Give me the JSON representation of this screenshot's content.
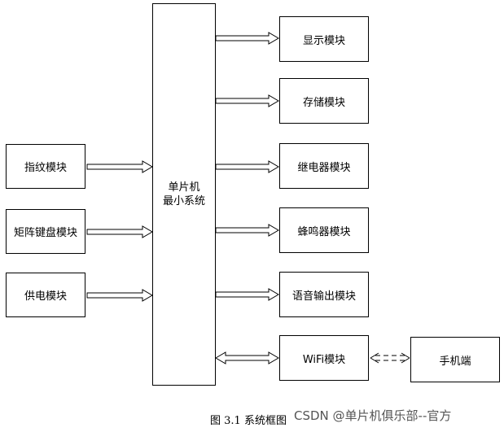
{
  "diagram": {
    "mcu": {
      "line1": "单片机",
      "line2": "最小系统"
    },
    "inputs": [
      {
        "id": "fingerprint",
        "label": "指纹模块"
      },
      {
        "id": "keypad",
        "label": "矩阵键盘模块"
      },
      {
        "id": "power",
        "label": "供电模块"
      }
    ],
    "outputs": [
      {
        "id": "display",
        "label": "显示模块"
      },
      {
        "id": "storage",
        "label": "存储模块"
      },
      {
        "id": "relay",
        "label": "继电器模块"
      },
      {
        "id": "buzzer",
        "label": "蜂鸣器模块"
      },
      {
        "id": "voice",
        "label": "语音输出模块"
      },
      {
        "id": "wifi",
        "label": "WiFi模块"
      }
    ],
    "phone": {
      "label": "手机端"
    },
    "caption": "图 3.1  系统框图"
  },
  "watermark": "CSDN @单片机俱乐部--官方"
}
